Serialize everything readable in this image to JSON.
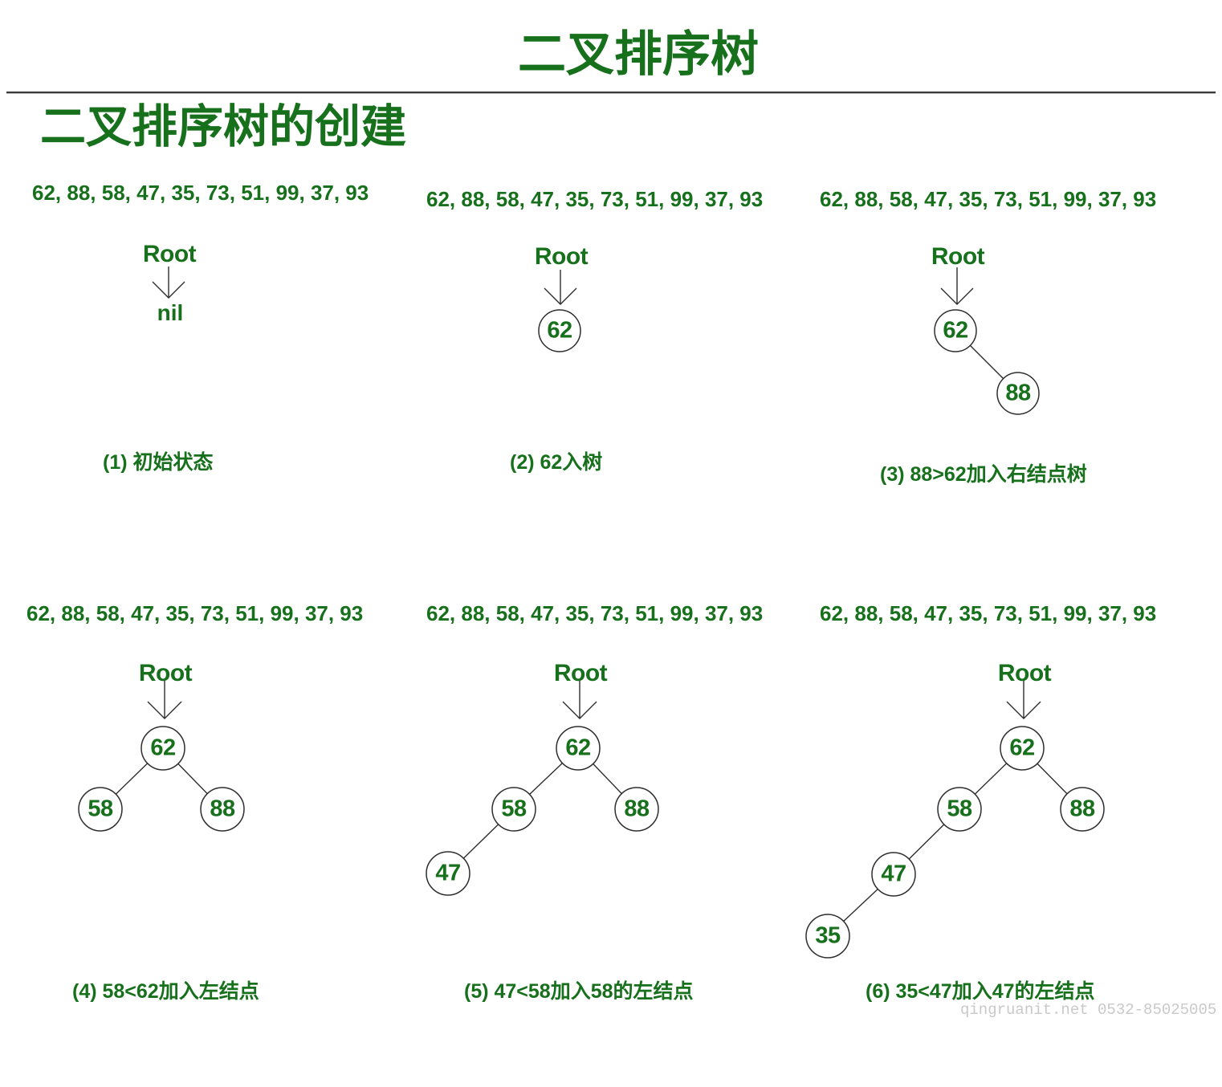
{
  "page": {
    "title": "二叉排序树",
    "subtitle": "二叉排序树的创建"
  },
  "sequence": "62, 88, 58, 47, 35, 73, 51, 99, 37, 93",
  "root_label": "Root",
  "nil_label": "nil",
  "panels": [
    {
      "caption": "(1) 初始状态",
      "nodes": []
    },
    {
      "caption": "(2) 62入树",
      "nodes": [
        {
          "value": "62"
        }
      ]
    },
    {
      "caption": "(3) 88>62加入右结点树",
      "nodes": [
        {
          "value": "62"
        },
        {
          "value": "88"
        }
      ]
    },
    {
      "caption": "(4) 58<62加入左结点",
      "nodes": [
        {
          "value": "62"
        },
        {
          "value": "58"
        },
        {
          "value": "88"
        }
      ]
    },
    {
      "caption": "(5) 47<58加入58的左结点",
      "nodes": [
        {
          "value": "62"
        },
        {
          "value": "58"
        },
        {
          "value": "88"
        },
        {
          "value": "47"
        }
      ]
    },
    {
      "caption": "(6) 35<47加入47的左结点",
      "nodes": [
        {
          "value": "62"
        },
        {
          "value": "58"
        },
        {
          "value": "88"
        },
        {
          "value": "47"
        },
        {
          "value": "35"
        }
      ]
    }
  ],
  "watermark": "qingruanit.net 0532-85025005",
  "colors": {
    "accent_green": "#17701b",
    "line_color": "#2e2e2e",
    "watermark_gray": "#c9c9c9"
  }
}
